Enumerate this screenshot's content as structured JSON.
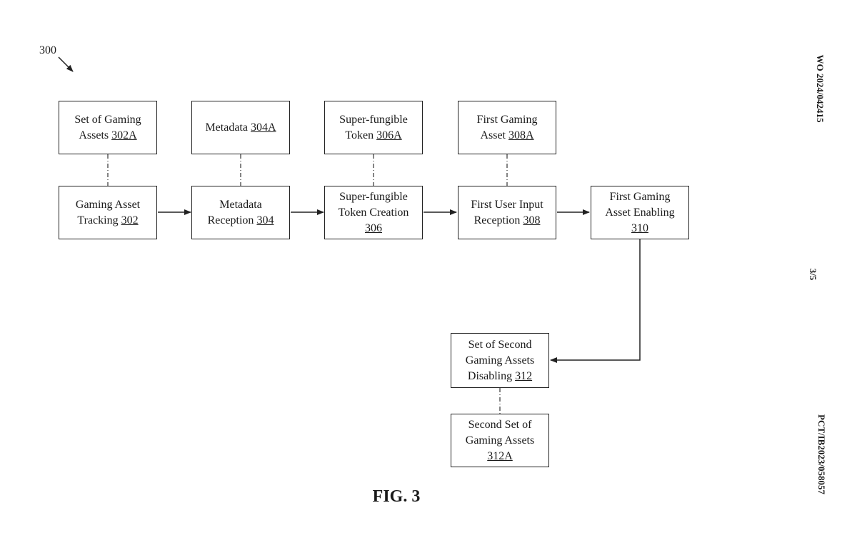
{
  "figure": {
    "ref": "300",
    "label": "FIG. 3"
  },
  "side_text": {
    "publication": "WO 2024/042415",
    "page": "3/5",
    "application": "PCT/IB2023/058057"
  },
  "boxes": {
    "b302a": {
      "lines": [
        "Set of Gaming",
        "Assets"
      ],
      "ref": "302A"
    },
    "b304a": {
      "lines": [
        "Metadata"
      ],
      "ref": "304A"
    },
    "b306a": {
      "lines": [
        "Super-fungible",
        "Token"
      ],
      "ref": "306A"
    },
    "b308a": {
      "lines": [
        "First Gaming",
        "Asset"
      ],
      "ref": "308A"
    },
    "b302": {
      "lines": [
        "Gaming Asset",
        "Tracking"
      ],
      "ref": "302"
    },
    "b304": {
      "lines": [
        "Metadata",
        "Reception"
      ],
      "ref": "304"
    },
    "b306": {
      "lines": [
        "Super-fungible",
        "Token Creation"
      ],
      "ref": "306"
    },
    "b308": {
      "lines": [
        "First User Input",
        "Reception"
      ],
      "ref": "308"
    },
    "b310": {
      "lines": [
        "First Gaming",
        "Asset Enabling"
      ],
      "ref": "310"
    },
    "b312": {
      "lines": [
        "Set of Second",
        "Gaming Assets",
        "Disabling"
      ],
      "ref": "312"
    },
    "b312a": {
      "lines": [
        "Second Set of",
        "Gaming Assets"
      ],
      "ref": "312A"
    }
  }
}
